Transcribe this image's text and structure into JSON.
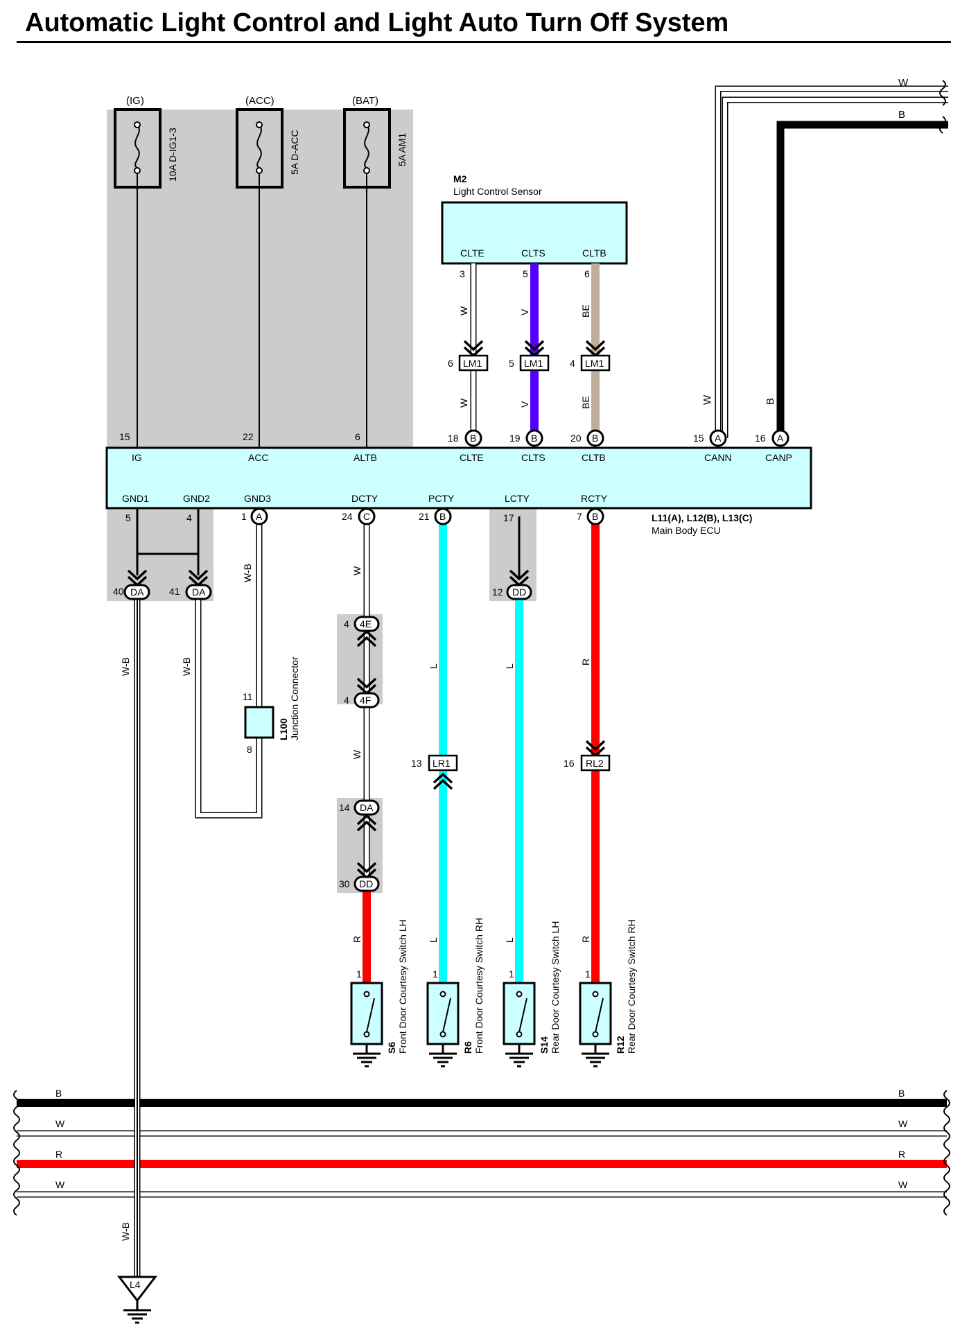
{
  "title": "Automatic Light Control and Light Auto Turn Off System",
  "colors": {
    "black": "#000000",
    "white_wire": "#ffffff",
    "red": "#ff0000",
    "light_blue": "#00ffff",
    "violet": "#5500ff",
    "beige": "#bfae9c",
    "component_fill": "#ccffff",
    "shade": "#cccccc"
  },
  "fuses": [
    {
      "id": "ig",
      "supply": "(IG)",
      "rating": "10A D-IG1-3"
    },
    {
      "id": "acc",
      "supply": "(ACC)",
      "rating": "5A D-ACC"
    },
    {
      "id": "bat",
      "supply": "(BAT)",
      "rating": "5A AM1"
    }
  ],
  "sensor": {
    "code": "M2",
    "name": "Light Control Sensor",
    "terminals": [
      {
        "name": "CLTE",
        "pin": "3",
        "wire": "W"
      },
      {
        "name": "CLTS",
        "pin": "5",
        "wire": "V"
      },
      {
        "name": "CLTB",
        "pin": "6",
        "wire": "BE"
      }
    ]
  },
  "lm1_connectors": [
    {
      "pin": "6",
      "label": "LM1",
      "wire": "W"
    },
    {
      "pin": "5",
      "label": "LM1",
      "wire": "V"
    },
    {
      "pin": "4",
      "label": "LM1",
      "wire": "BE"
    }
  ],
  "ecu": {
    "code": "L11(A), L12(B), L13(C)",
    "name": "Main Body ECU",
    "top_terminals": [
      {
        "name": "IG",
        "pin": "15",
        "conn": ""
      },
      {
        "name": "ACC",
        "pin": "22",
        "conn": ""
      },
      {
        "name": "ALTB",
        "pin": "6",
        "conn": ""
      },
      {
        "name": "CLTE",
        "pin": "18",
        "conn": "B"
      },
      {
        "name": "CLTS",
        "pin": "19",
        "conn": "B"
      },
      {
        "name": "CLTB",
        "pin": "20",
        "conn": "B"
      },
      {
        "name": "CANN",
        "pin": "15",
        "conn": "A"
      },
      {
        "name": "CANP",
        "pin": "16",
        "conn": "A"
      }
    ],
    "bottom_terminals": [
      {
        "name": "GND1",
        "pin": "5",
        "conn": ""
      },
      {
        "name": "GND2",
        "pin": "4",
        "conn": ""
      },
      {
        "name": "GND3",
        "pin": "1",
        "conn": "A"
      },
      {
        "name": "DCTY",
        "pin": "24",
        "conn": "C"
      },
      {
        "name": "PCTY",
        "pin": "21",
        "conn": "B"
      },
      {
        "name": "LCTY",
        "pin": "17",
        "conn": ""
      },
      {
        "name": "RCTY",
        "pin": "7",
        "conn": "B"
      }
    ]
  },
  "can_wires": [
    {
      "name": "W"
    },
    {
      "name": "B"
    }
  ],
  "ground_connectors": [
    {
      "pin": "40",
      "label": "DA"
    },
    {
      "pin": "41",
      "label": "DA"
    }
  ],
  "wire_labels": {
    "wb": "W-B",
    "w": "W",
    "l": "L",
    "r": "R"
  },
  "junction": {
    "code": "L100",
    "name": "Junction Connector",
    "pin_top": "11",
    "pin_bottom": "8"
  },
  "dcty_connectors": [
    {
      "pin": "4",
      "label": "4E"
    },
    {
      "pin": "4",
      "label": "4F"
    },
    {
      "pin": "14",
      "label": "DA"
    },
    {
      "pin": "30",
      "label": "DD"
    }
  ],
  "lcty_connector": {
    "pin": "12",
    "label": "DD"
  },
  "lr1": {
    "pin": "13",
    "label": "LR1"
  },
  "rl2": {
    "pin": "16",
    "label": "RL2"
  },
  "switches": [
    {
      "code": "S6",
      "name": "Front Door Courtesy Switch LH",
      "pin": "1",
      "wire": "R"
    },
    {
      "code": "R6",
      "name": "Front Door Courtesy Switch RH",
      "pin": "1",
      "wire": "L"
    },
    {
      "code": "S14",
      "name": "Rear Door Courtesy Switch LH",
      "pin": "1",
      "wire": "L"
    },
    {
      "code": "R12",
      "name": "Rear Door Courtesy Switch RH",
      "pin": "1",
      "wire": "R"
    }
  ],
  "bus_wires": [
    {
      "name": "B"
    },
    {
      "name": "W"
    },
    {
      "name": "R"
    },
    {
      "name": "W"
    }
  ],
  "ground_point": {
    "label": "L4"
  }
}
